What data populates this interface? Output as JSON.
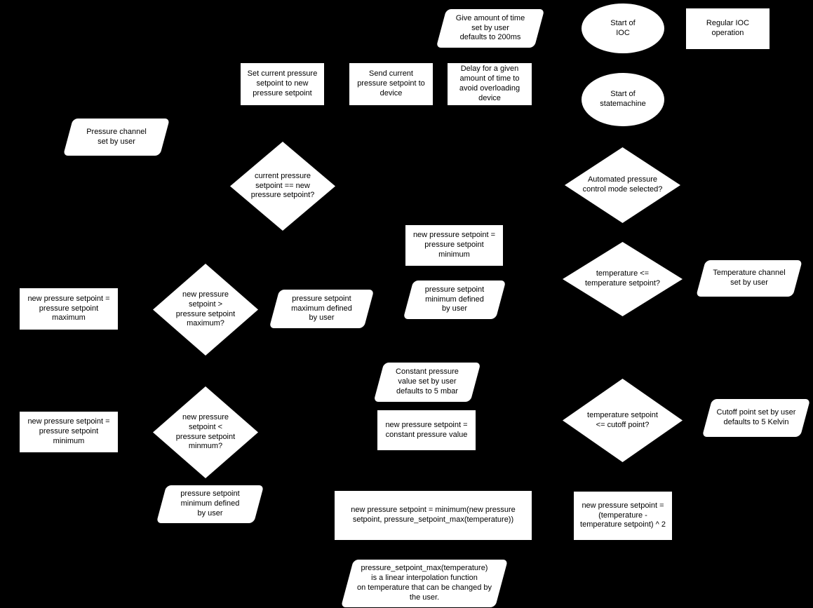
{
  "diagram": {
    "colors": {
      "background": "#000000",
      "shape_fill": "#ffffff",
      "text": "#000000"
    },
    "nodes": {
      "give_time_note": {
        "type": "parallelogram",
        "label": "Give amount of time\nset by user\ndefaults to 200ms"
      },
      "start_of_ioc": {
        "type": "ellipse",
        "label": "Start of\nIOC"
      },
      "regular_ioc_operation": {
        "type": "rectangle",
        "label": "Regular IOC\noperation"
      },
      "set_current_setpoint": {
        "type": "rectangle",
        "label": "Set current pressure\nsetpoint to new\npressure setpoint"
      },
      "send_setpoint_to_device": {
        "type": "rectangle",
        "label": "Send current\npressure setpoint to\ndevice"
      },
      "delay_for_time": {
        "type": "rectangle",
        "label": "Delay for a given\namount of time to\navoid overloading\ndevice"
      },
      "start_of_statemachine": {
        "type": "ellipse",
        "label": "Start of\nstatemachine"
      },
      "pressure_channel_set": {
        "type": "parallelogram",
        "label": "Pressure channel\nset by user"
      },
      "current_eq_new": {
        "type": "diamond",
        "label": "current pressure\nsetpoint == new\npressure setpoint?"
      },
      "automated_mode_selected": {
        "type": "diamond",
        "label": "Automated pressure\ncontrol mode selected?"
      },
      "set_to_minimum_mid": {
        "type": "rectangle",
        "label": "new pressure setpoint =\npressure setpoint\nminimum"
      },
      "temp_le_temp_setpoint": {
        "type": "diamond",
        "label": "temperature <=\ntemperature setpoint?"
      },
      "temperature_channel_set": {
        "type": "parallelogram",
        "label": "Temperature channel\nset by user"
      },
      "set_to_maximum": {
        "type": "rectangle",
        "label": "new pressure setpoint =\npressure setpoint\nmaximum"
      },
      "gt_maximum": {
        "type": "diamond",
        "label": "new pressure\nsetpoint >\npressure setpoint\nmaximum?"
      },
      "max_defined_by_user": {
        "type": "parallelogram",
        "label": "pressure setpoint\nmaximum defined\nby user"
      },
      "min_defined_by_user_mid": {
        "type": "parallelogram",
        "label": "pressure setpoint\nminimum defined\nby user"
      },
      "constant_pressure_value": {
        "type": "parallelogram",
        "label": "Constant pressure\nvalue set by user\ndefaults to 5 mbar"
      },
      "set_to_constant": {
        "type": "rectangle",
        "label": "new pressure setpoint =\nconstant pressure value"
      },
      "ts_le_cutoff": {
        "type": "diamond",
        "label": "temperature setpoint\n<= cutoff point?"
      },
      "cutoff_point_set": {
        "type": "parallelogram",
        "label": "Cutoff point set by user\ndefaults to 5 Kelvin"
      },
      "set_to_minimum_left": {
        "type": "rectangle",
        "label": "new pressure setpoint =\npressure setpoint\nminimum"
      },
      "lt_minimum": {
        "type": "diamond",
        "label": "new pressure\nsetpoint <\npressure setpoint\nminmum?"
      },
      "min_defined_by_user_bottom": {
        "type": "parallelogram",
        "label": "pressure setpoint\nminimum defined\nby user"
      },
      "set_to_minimum_func": {
        "type": "rectangle",
        "label": "new pressure setpoint = minimum(new pressure\nsetpoint, pressure_setpoint_max(temperature))"
      },
      "set_to_temp_squared": {
        "type": "rectangle",
        "label": "new pressure setpoint =\n(temperature -\ntemperature setpoint) ^ 2"
      },
      "interpolation_note": {
        "type": "parallelogram",
        "label": "pressure_setpoint_max(temperature)\nis a linear interpolation function\non temperature that can be changed by\nthe user."
      }
    }
  }
}
